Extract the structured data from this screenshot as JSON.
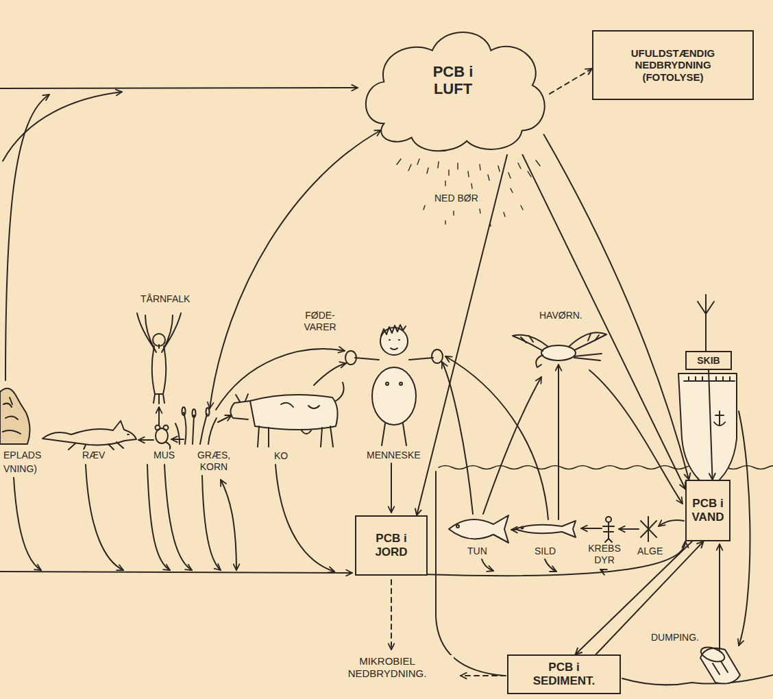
{
  "diagram": {
    "nodes": [
      {
        "text": [
          "PCB i LUFT"
        ]
      },
      {
        "text": [
          "UFULDSTÆNDIG NEDBRYDNING (FOTOLYSE)"
        ]
      },
      {
        "text": [
          "SKIB"
        ]
      },
      {
        "text": [
          "PCB i JORD"
        ]
      },
      {
        "text": [
          "PCB i VAND"
        ]
      },
      {
        "text": [
          "PCB i SEDIMENT."
        ]
      }
    ],
    "edges": [
      {
        "from": 0,
        "to": 1,
        "arrow": "to"
      },
      {
        "from": 0,
        "to": 3,
        "arrow": "to"
      },
      {
        "from": 0,
        "to": 4,
        "arrow": "to"
      },
      {
        "from": 0,
        "to": 4,
        "arrow": "to"
      },
      {
        "from": 2,
        "to": 4,
        "arrow": "to"
      },
      {
        "from": 3,
        "to": 4,
        "arrow": "to"
      },
      {
        "from": 4,
        "to": 5,
        "arrow": "to"
      },
      {
        "from": 5,
        "to": 4,
        "arrow": "to"
      }
    ],
    "labels": [
      "NED BØR",
      "TÅRNFALK",
      "FØDE- VARER",
      "HAVØRN.",
      "EPLADS",
      "VNING)",
      "RÆV",
      "MUS",
      "GRÆS, KORN",
      "KO",
      "MENNESKE",
      "TUN",
      "SILD",
      "KREBS DYR",
      "ALGE",
      "DUMPING.",
      "MIKROBIEL NEDBRYDNING."
    ]
  }
}
